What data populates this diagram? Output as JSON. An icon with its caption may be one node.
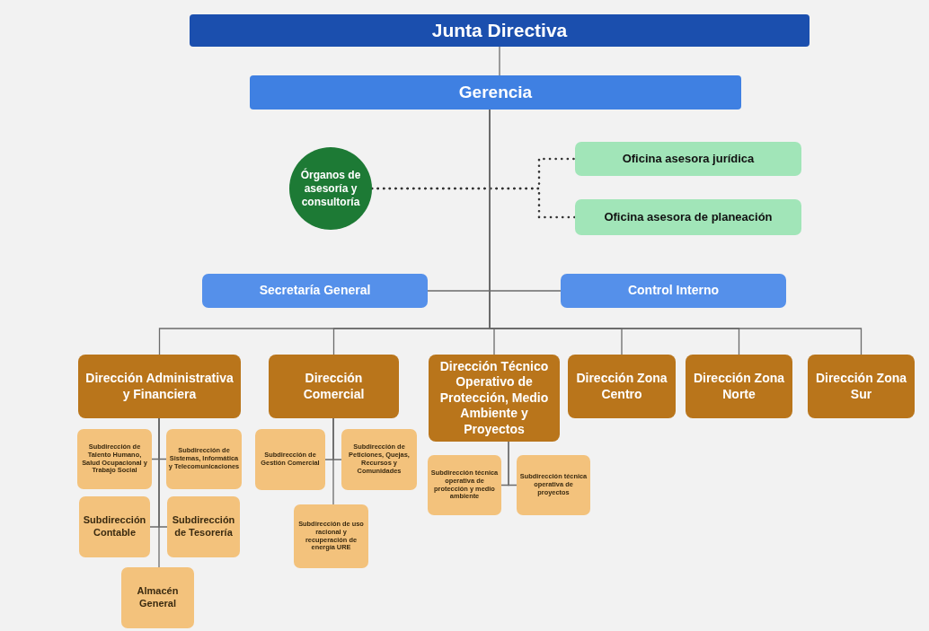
{
  "diagram": {
    "nodes": [
      {
        "text": [
          "Junta Directiva"
        ]
      },
      {
        "text": [
          "Gerencia"
        ]
      },
      {
        "text": [
          "Órganos de asesoría y consultoría"
        ]
      },
      {
        "text": [
          "Oficina asesora jurídica"
        ]
      },
      {
        "text": [
          "Oficina asesora de planeación"
        ]
      },
      {
        "text": [
          "Secretaría General"
        ]
      },
      {
        "text": [
          "Control Interno"
        ]
      },
      {
        "text": [
          "Dirección Administrativa y Financiera"
        ]
      },
      {
        "text": [
          "Dirección Comercial"
        ]
      },
      {
        "text": [
          "Dirección Técnico Operativo de Protección, Medio Ambiente y Proyectos"
        ]
      },
      {
        "text": [
          "Dirección Zona Centro"
        ]
      },
      {
        "text": [
          "Dirección Zona Norte"
        ]
      },
      {
        "text": [
          "Dirección Zona Sur"
        ]
      },
      {
        "text": [
          "Subdirección de Talento Humano, Salud Ocupacional y Trabajo Social"
        ]
      },
      {
        "text": [
          "Subdirección de Sistemas, Informática y Telecomunicaciones"
        ]
      },
      {
        "text": [
          "Subdirección Contable"
        ]
      },
      {
        "text": [
          "Subdirección de Tesorería"
        ]
      },
      {
        "text": [
          "Almacén General"
        ]
      },
      {
        "text": [
          "Subdirección de Gestión Comercial"
        ]
      },
      {
        "text": [
          "Subdirección de Peticiones, Quejas, Recursos y Comunidades"
        ]
      },
      {
        "text": [
          "Subdirección de uso racional y recuperación de energía URE"
        ]
      },
      {
        "text": [
          "Subdirección técnica operativa de protección y medio ambiente"
        ]
      },
      {
        "text": [
          "Subdirección técnica operativa de proyectos"
        ]
      }
    ],
    "edges": [
      {
        "from": 0,
        "to": 1,
        "arrow": "none"
      },
      {
        "from": 2,
        "to": 3,
        "arrow": "none",
        "style": "dashed"
      },
      {
        "from": 2,
        "to": 4,
        "arrow": "none",
        "style": "dashed"
      },
      {
        "from": 1,
        "to": 5,
        "arrow": "none"
      },
      {
        "from": 1,
        "to": 6,
        "arrow": "none"
      },
      {
        "from": 1,
        "to": 7,
        "arrow": "none"
      },
      {
        "from": 1,
        "to": 8,
        "arrow": "none"
      },
      {
        "from": 1,
        "to": 9,
        "arrow": "none"
      },
      {
        "from": 1,
        "to": 10,
        "arrow": "none"
      },
      {
        "from": 1,
        "to": 11,
        "arrow": "none"
      },
      {
        "from": 1,
        "to": 12,
        "arrow": "none"
      },
      {
        "from": 7,
        "to": 13,
        "arrow": "none"
      },
      {
        "from": 7,
        "to": 14,
        "arrow": "none"
      },
      {
        "from": 7,
        "to": 15,
        "arrow": "none"
      },
      {
        "from": 7,
        "to": 16,
        "arrow": "none"
      },
      {
        "from": 7,
        "to": 17,
        "arrow": "none"
      },
      {
        "from": 8,
        "to": 18,
        "arrow": "none"
      },
      {
        "from": 8,
        "to": 19,
        "arrow": "none"
      },
      {
        "from": 8,
        "to": 20,
        "arrow": "none"
      },
      {
        "from": 9,
        "to": 21,
        "arrow": "none"
      },
      {
        "from": 9,
        "to": 22,
        "arrow": "none"
      }
    ]
  }
}
